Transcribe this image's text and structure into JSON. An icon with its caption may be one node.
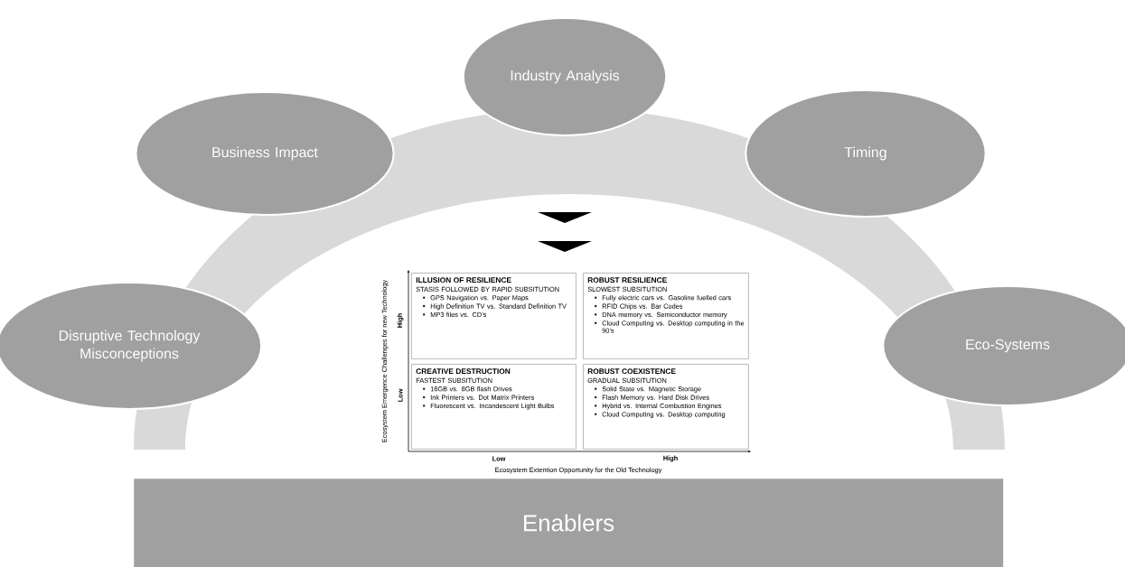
{
  "diagram": {
    "nodes": [
      {
        "text": [
          "Industry Analysis"
        ]
      },
      {
        "text": [
          "Business Impact"
        ]
      },
      {
        "text": [
          "Timing"
        ]
      },
      {
        "text": [
          "Disruptive Technology Misconceptions"
        ]
      },
      {
        "text": [
          "Eco-Systems"
        ]
      },
      {
        "text": [
          "ILLUSION OF RESILIENCE",
          "STASIS FOLLOWED BY RAPID SUBSITUTION",
          "GPS Navigation vs. Paper Maps",
          "High Definition TV vs. Standard Definition TV",
          "MP3 files vs. CD’s"
        ]
      },
      {
        "text": [
          "ROBUST RESILIENCE",
          "SLOWEST SUBSITUTION",
          "Fully electric cars vs. Gasoline fuelled cars",
          "RFID Chips vs. Bar Codes",
          "DNA memory vs. Semiconductor memory",
          "Cloud Computing vs. Desktop computing in the 90’s"
        ]
      },
      {
        "text": [
          "CREATIVE DESTRUCTION",
          "FASTEST SUBSITUTION",
          "16GB vs. 8GB flash Drives",
          "Ink Printers vs. Dot Matrix Printers",
          "Fluorescent vs. Incandescent Light Bulbs"
        ]
      },
      {
        "text": [
          "ROBUST COEXISTENCE",
          "GRADUAL SUBSITUTION",
          "Solid State vs. Magnetic Storage",
          "Flash Memory vs. Hard Disk Drives",
          "Hybrid vs. Internal Combustion Engines",
          "Cloud Computing vs. Desktop computing"
        ]
      },
      {
        "text": [
          "Enablers"
        ]
      }
    ],
    "labels": [
      "Ecosystem Emergence Challenges for  new Technology",
      "High",
      "Low",
      "Low",
      "High",
      "Ecosystem Extention Opportunity for the Old Technology"
    ]
  }
}
